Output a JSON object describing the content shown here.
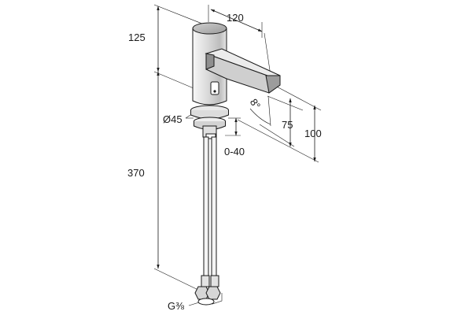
{
  "dimensions": {
    "top_height": "125",
    "spout_reach": "120",
    "diameter": "Ø45",
    "angle": "8°",
    "outlet_height": "75",
    "total_spout_height": "100",
    "adjust_range": "0-40",
    "hose_length": "370",
    "thread": "G⅜"
  }
}
